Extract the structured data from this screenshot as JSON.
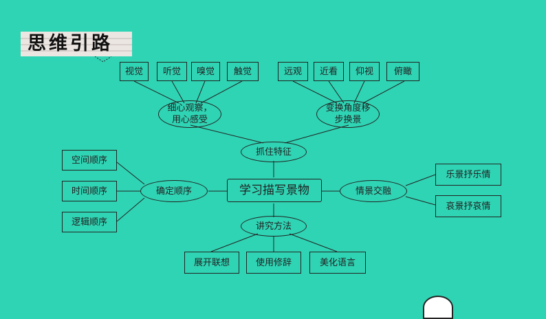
{
  "title": "思维引路",
  "center": "学习描写景物",
  "senses": [
    "视觉",
    "听觉",
    "嗅觉",
    "触觉"
  ],
  "senses_hub": "细心观察，用心感受",
  "angles": [
    "远观",
    "近看",
    "仰视",
    "俯瞰"
  ],
  "angles_hub": "变换角度移步换景",
  "feature_hub": "抓住特征",
  "order_hub": "确定顺序",
  "orders": [
    "空间顺序",
    "时间顺序",
    "逻辑顺序"
  ],
  "emotion_hub": "情景交融",
  "emotions": [
    "乐景抒乐情",
    "哀景抒哀情"
  ],
  "method_hub": "讲究方法",
  "methods": [
    "展开联想",
    "使用修辞",
    "美化语言"
  ],
  "colors": {
    "background": "#2fd4b4",
    "title_bg": "#ece6e2",
    "line": "#222222"
  }
}
